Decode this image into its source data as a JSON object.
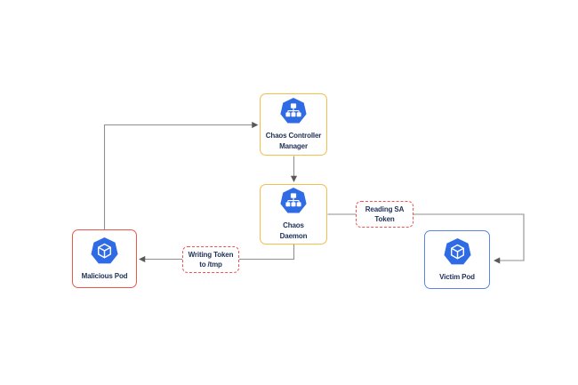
{
  "diagram": {
    "background": "#ffffff",
    "nodes": [
      {
        "id": "chaos-controller-manager",
        "label": "Chaos Controller Manager",
        "icon": "sitemap-icon",
        "border_color": "#F3BE4E"
      },
      {
        "id": "chaos-daemon",
        "label": "Chaos Daemon",
        "icon": "sitemap-icon",
        "border_color": "#F3BE4E"
      },
      {
        "id": "malicious-pod",
        "label": "Malicious Pod",
        "icon": "pod-cube-icon",
        "border_color": "#E8594A"
      },
      {
        "id": "victim-pod",
        "label": "Victim Pod",
        "icon": "pod-cube-icon",
        "border_color": "#5B86E5"
      }
    ],
    "edge_labels": [
      {
        "id": "reading-sa-token",
        "label": "Reading SA Token",
        "border_color": "#F3514F"
      },
      {
        "id": "writing-token-to-tmp",
        "label": "Writing Token to /tmp",
        "border_color": "#F3514F"
      }
    ],
    "edges": [
      {
        "from": "malicious-pod",
        "to": "chaos-controller-manager",
        "label": ""
      },
      {
        "from": "chaos-controller-manager",
        "to": "chaos-daemon",
        "label": ""
      },
      {
        "from": "chaos-daemon",
        "to": "malicious-pod",
        "label": "Writing Token to /tmp"
      },
      {
        "from": "chaos-daemon",
        "to": "victim-pod",
        "label": "Reading SA Token"
      }
    ],
    "colors": {
      "node_fill": "#ffffff",
      "icon_blue": "#2E6BE5",
      "connector_gray": "#8F8F8F",
      "arrowhead_gray": "#595959",
      "label_text": "#22335A",
      "yellow_border": "#F3BE4E",
      "red_border": "#E8594A",
      "blue_border": "#5B86E5",
      "dashed_red": "#F3514F"
    }
  }
}
